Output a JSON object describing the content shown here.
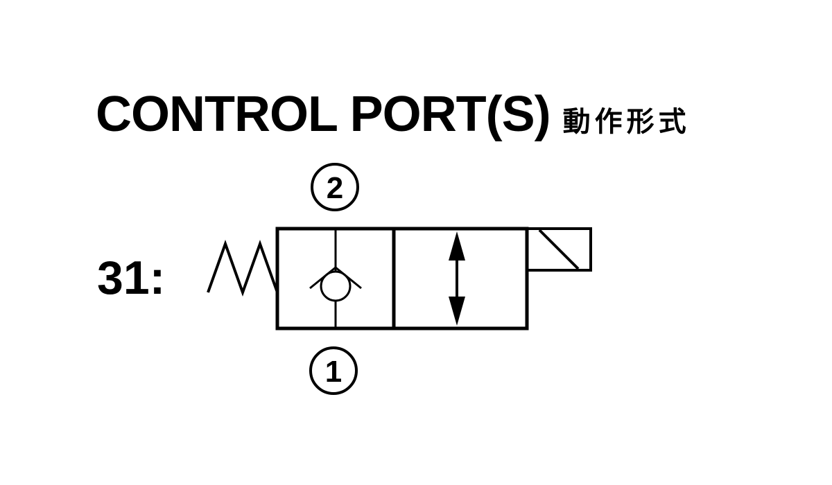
{
  "title": {
    "main": "CONTROL PORT(S)",
    "sub": "動作形式"
  },
  "code": "31:",
  "ports": {
    "top": "2",
    "bottom": "1"
  },
  "colors": {
    "line": "#000000",
    "background": "#ffffff"
  }
}
